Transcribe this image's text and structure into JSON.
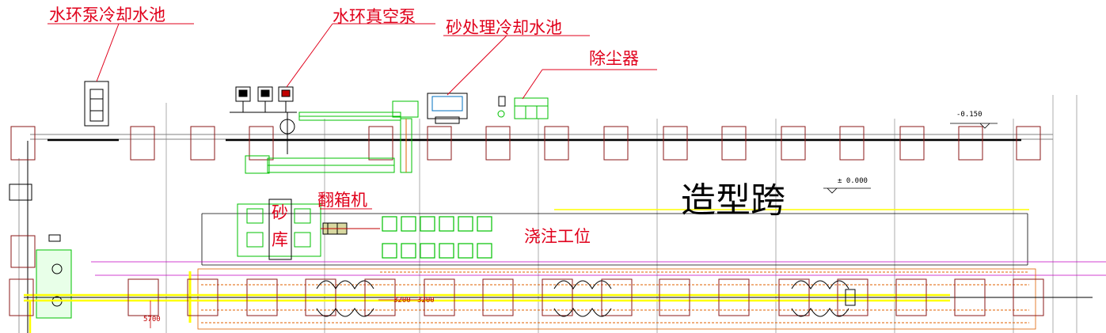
{
  "labels": {
    "water_pump_cooling_pool": "水环泵冷却水池",
    "water_ring_vacuum_pump": "水环真空泵",
    "sand_cooling_pool": "砂处理冷却水池",
    "dust_collector": "除尘器",
    "flask_turner": "翻箱机",
    "sand_store_1": "砂",
    "sand_store_2": "库",
    "pouring_station": "浇注工位",
    "molding_bay": "造型跨"
  },
  "elevations": {
    "minus_0150": "-0.150",
    "plus_minus_0000": "± 0.000"
  },
  "dimensions": {
    "d1": "3200",
    "d2": "3200",
    "d3": "5700"
  },
  "colors": {
    "label_red": "#e0001b",
    "column_border": "#8b1a1a",
    "equipment_green": "#00c000",
    "conveyor_yellow": "#ffff00",
    "track_orange": "#e06000",
    "magenta_line": "#c000c0"
  }
}
